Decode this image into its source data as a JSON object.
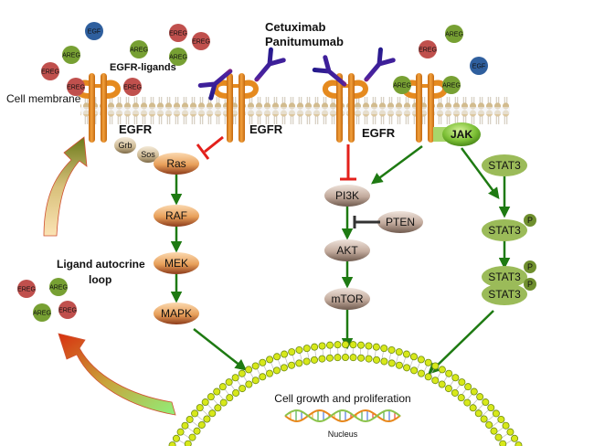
{
  "title_labels": {
    "drugs_line1": "Cetuximab",
    "drugs_line2": "Panitumumab",
    "ligands": "EGFR-ligands",
    "cell_membrane": "Cell membrane",
    "autocrine_line1": "Ligand autocrine",
    "autocrine_line2": "loop",
    "growth": "Cell growth and proliferation",
    "nucleus": "Nucleus"
  },
  "receptors": [
    {
      "label": "EGFR"
    },
    {
      "label": "EGFR"
    },
    {
      "label": "EGFR"
    },
    {
      "label": ""
    }
  ],
  "ligands": {
    "floating": [
      {
        "name": "EGF",
        "type": "egf"
      },
      {
        "name": "AREG",
        "type": "areg"
      },
      {
        "name": "EREG",
        "type": "ereg"
      },
      {
        "name": "AREG",
        "type": "areg"
      },
      {
        "name": "EREG",
        "type": "ereg"
      },
      {
        "name": "AREG",
        "type": "areg"
      },
      {
        "name": "EREG",
        "type": "ereg"
      },
      {
        "name": "EREG",
        "type": "ereg"
      },
      {
        "name": "AREG",
        "type": "areg"
      },
      {
        "name": "EGF",
        "type": "egf"
      }
    ],
    "bound": [
      {
        "name": "EREG",
        "type": "ereg"
      },
      {
        "name": "EREG",
        "type": "ereg"
      },
      {
        "name": "AREG",
        "type": "areg"
      },
      {
        "name": "AREG",
        "type": "areg"
      }
    ],
    "autocrine": [
      {
        "name": "EREG",
        "type": "ereg"
      },
      {
        "name": "AREG",
        "type": "areg"
      },
      {
        "name": "AREG",
        "type": "areg"
      },
      {
        "name": "EREG",
        "type": "ereg"
      }
    ]
  },
  "adaptors": {
    "grb": "Grb",
    "sos": "Sos"
  },
  "mapk_pathway": [
    "Ras",
    "RAF",
    "MEK",
    "MAPK"
  ],
  "pi3k_pathway": [
    "PI3K",
    "AKT",
    "mTOR"
  ],
  "pten": "PTEN",
  "jak": "JAK",
  "stat_pathway": {
    "stat_label": "STAT3",
    "phospho_label": "P"
  },
  "colors": {
    "receptor": "#e58a1f",
    "ereg": "#c0504d",
    "areg": "#77a033",
    "egf": "#2f5f9e",
    "activation_arrow": "#1e7a12",
    "inhibition": "#e3201b",
    "pten_inhibition": "#333333",
    "mapk_node": "#e8a05a",
    "pi3k_node": "#c2aa9c",
    "stat_node": "#9bbb59",
    "jak": "#7dc036"
  }
}
